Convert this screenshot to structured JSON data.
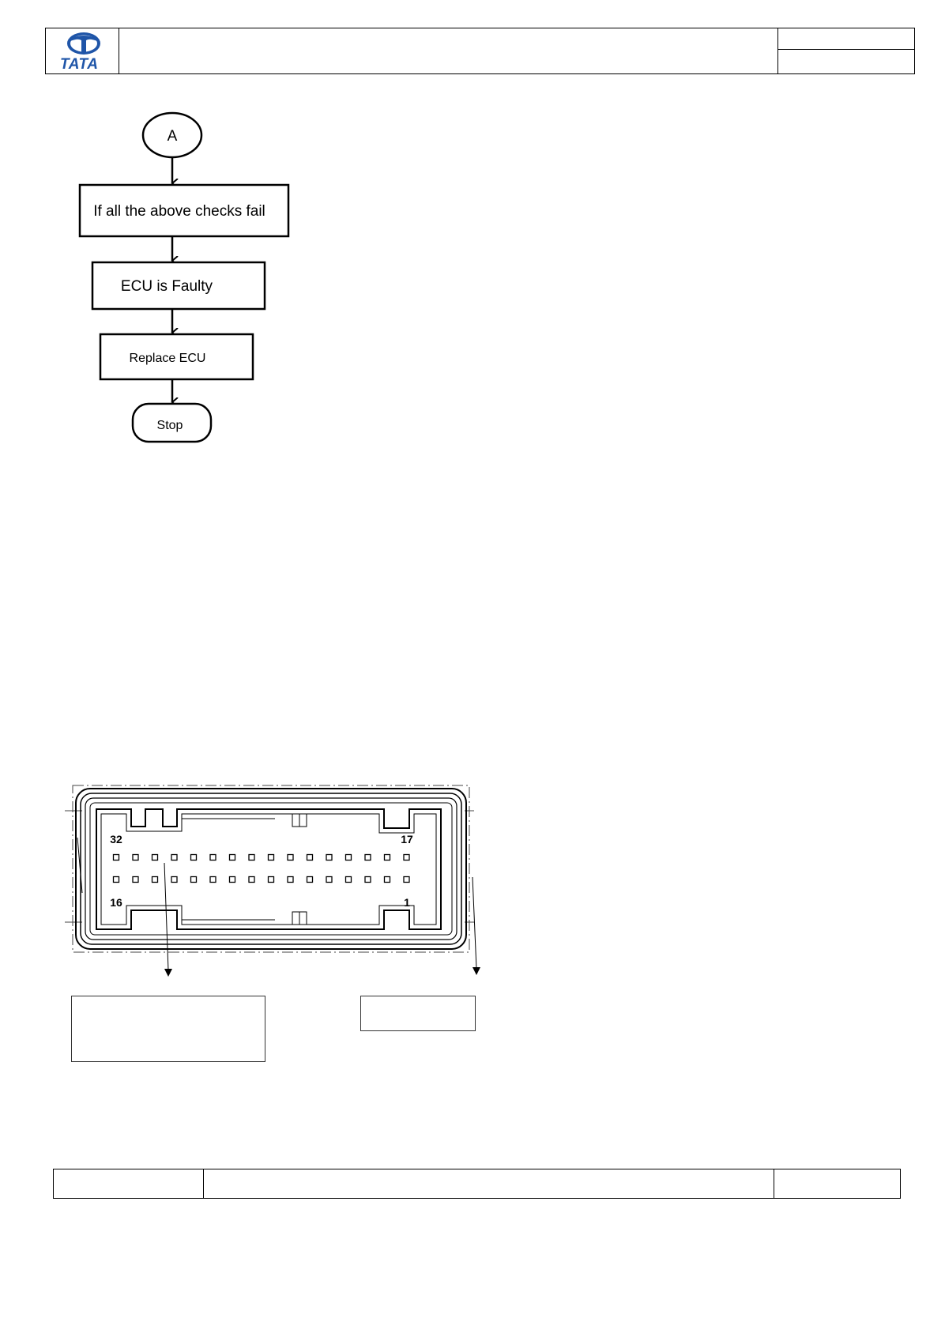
{
  "header": {
    "logo_text": "TATA",
    "brand_color": "#1f55a8"
  },
  "flowchart": {
    "start_connector": "A",
    "steps": [
      "If all the above checks fail",
      "ECU is Faulty",
      "Replace ECU"
    ],
    "end_label": "Stop"
  },
  "connector": {
    "pin_top_left": "32",
    "pin_top_right": "17",
    "pin_bottom_left": "16",
    "pin_bottom_right": "1"
  }
}
